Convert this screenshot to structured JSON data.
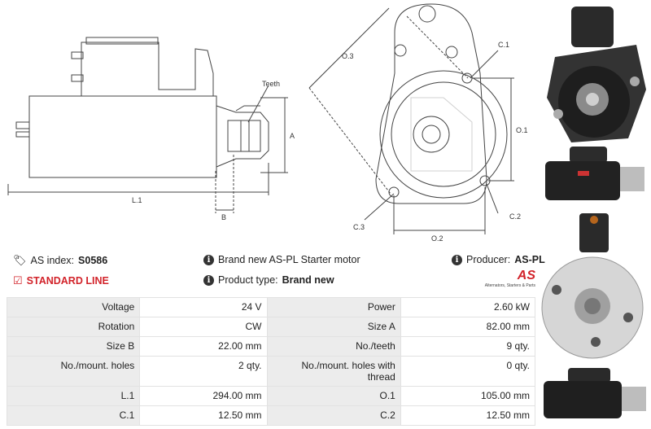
{
  "diagram": {
    "labels": {
      "teeth": "Teeth",
      "a": "A",
      "b": "B",
      "l1": "L.1",
      "o3": "O.3",
      "c1": "C.1",
      "o1": "O.1",
      "c3": "C.3",
      "c2": "C.2",
      "o2": "O.2"
    }
  },
  "info": {
    "as_index_label": "AS index:",
    "as_index_value": "S0586",
    "standard_line": "STANDARD LINE",
    "description": "Brand new AS-PL Starter motor",
    "product_type_label": "Product type:",
    "product_type_value": "Brand new",
    "producer_label": "Producer:",
    "producer_value": "AS-PL"
  },
  "logo": {
    "mark": "AS",
    "tagline": "Alternators, Starters & Parts",
    "color": "#d2232a"
  },
  "specs": [
    {
      "l1": "Voltage",
      "v1": "24 V",
      "l2": "Power",
      "v2": "2.60 kW"
    },
    {
      "l1": "Rotation",
      "v1": "CW",
      "l2": "Size A",
      "v2": "82.00 mm"
    },
    {
      "l1": "Size B",
      "v1": "22.00 mm",
      "l2": "No./teeth",
      "v2": "9 qty."
    },
    {
      "l1": "No./mount. holes",
      "v1": "2 qty.",
      "l2": "No./mount. holes with thread",
      "v2": "0 qty."
    },
    {
      "l1": "L.1",
      "v1": "294.00 mm",
      "l2": "O.1",
      "v2": "105.00 mm"
    },
    {
      "l1": "C.1",
      "v1": "12.50 mm",
      "l2": "C.2",
      "v2": "12.50 mm"
    }
  ]
}
